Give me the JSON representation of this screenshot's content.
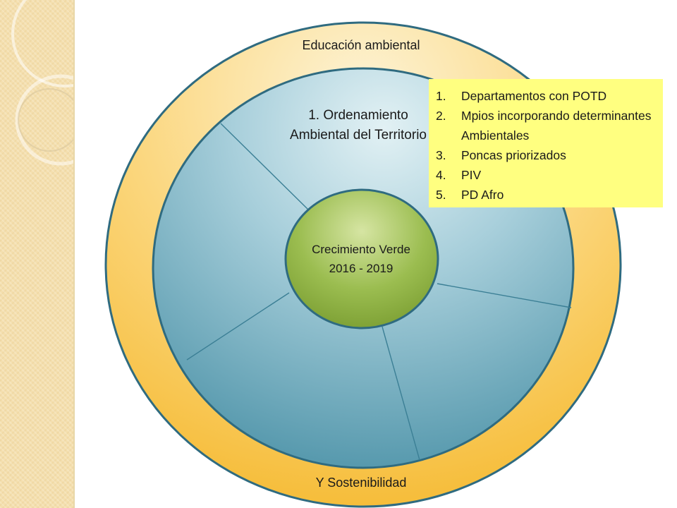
{
  "diagram": {
    "outer_ring": {
      "top_label": "Educación ambiental",
      "bottom_label": "Y Sostenibilidad"
    },
    "segment_label": "1. Ordenamiento Ambiental del Territorio",
    "center": {
      "line1": "Crecimiento Verde",
      "line2": "2016 - 2019"
    }
  },
  "note": {
    "items": [
      {
        "num": "1.",
        "text": "Departamentos con POTD"
      },
      {
        "num": "2.",
        "text": "Mpios incorporando determinantes Ambientales"
      },
      {
        "num": "3.",
        "text": "Poncas priorizados"
      },
      {
        "num": "4.",
        "text": "PIV"
      },
      {
        "num": "5.",
        "text": "PD Afro"
      }
    ]
  },
  "colors": {
    "outer_ring": "#f8c64a",
    "outer_ring_light": "#fdf0c8",
    "inner_circle": "#5b9fb3",
    "inner_circle_light": "#d7ebf0",
    "center": "#8fb043",
    "note_bg": "#ffff80",
    "outline": "#2f6b80"
  }
}
